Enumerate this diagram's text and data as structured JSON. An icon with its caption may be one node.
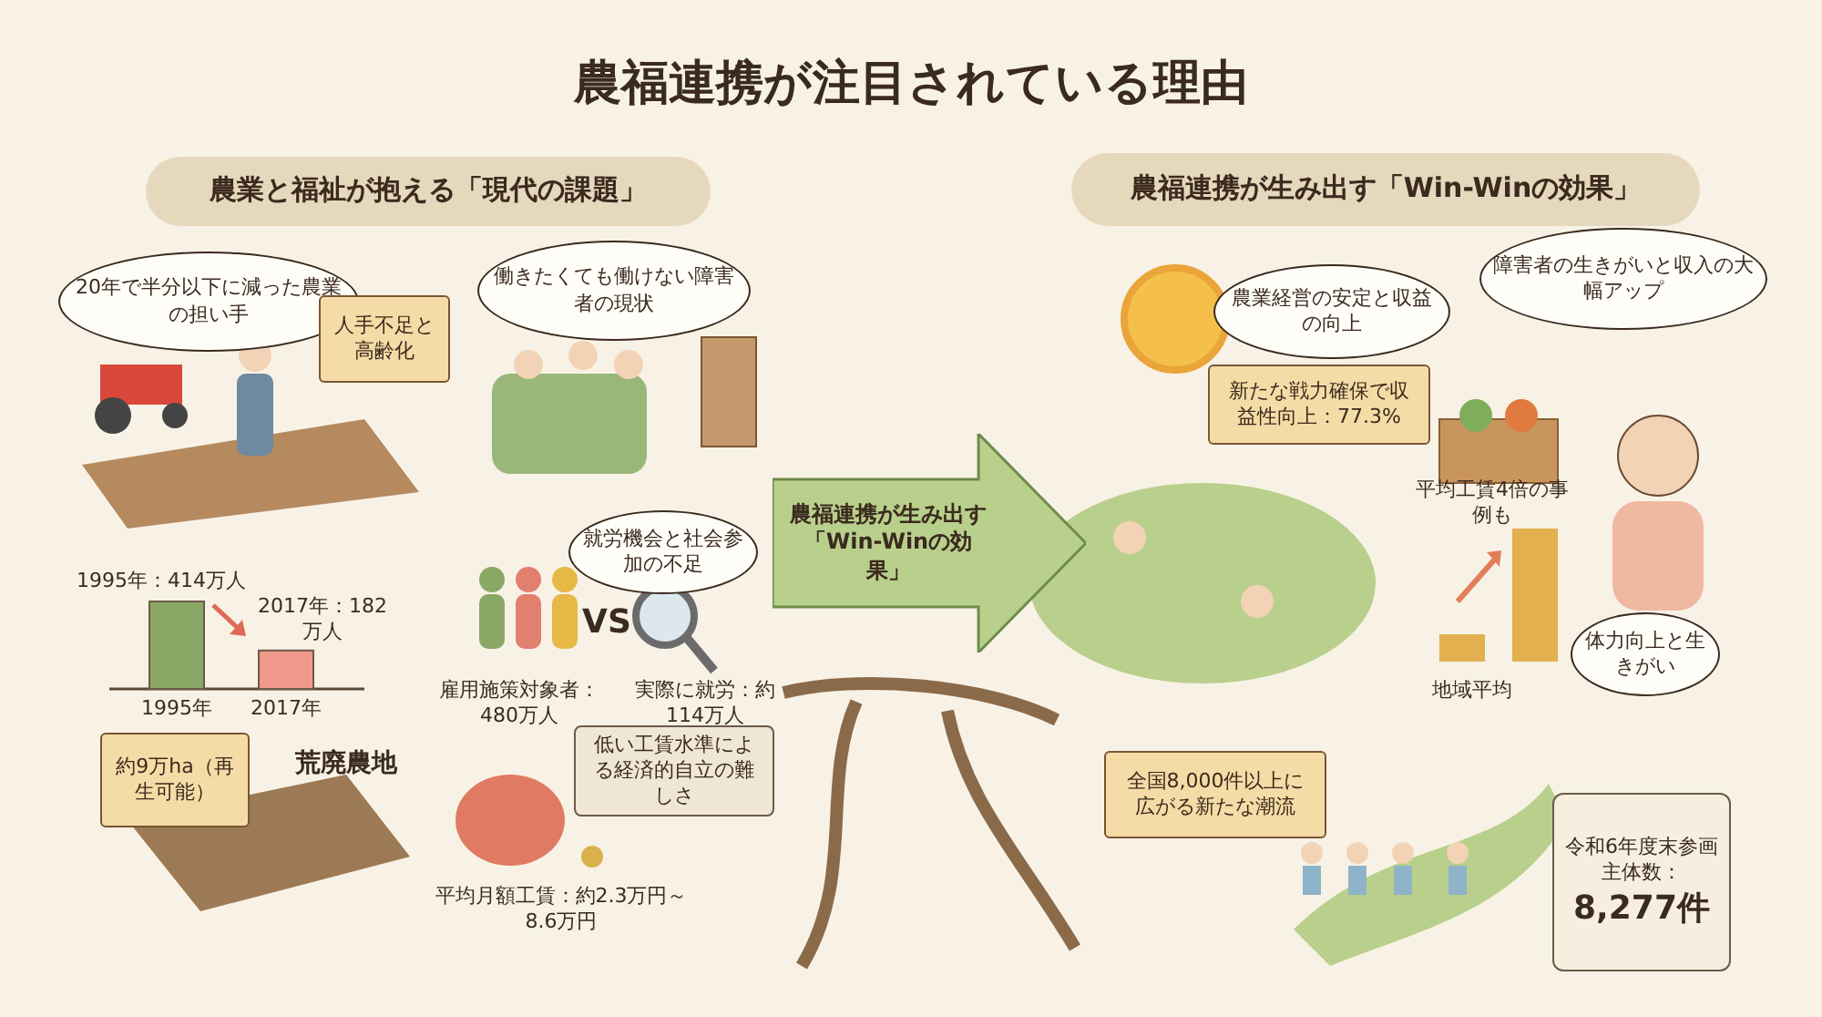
{
  "diagram": {
    "title": "農福連携が注目されている理由",
    "nodes": [
      {
        "text": [
          "農業と福祉が抱える「現代の課題」"
        ]
      },
      {
        "text": [
          "20年で半分以下に減った農業の担い手"
        ]
      },
      {
        "text": [
          "人手不足と高齢化"
        ]
      },
      {
        "text": [
          "働きたくても働けない障害者の現状"
        ]
      },
      {
        "text": [
          "就労機会と社会参加の不足"
        ]
      },
      {
        "text": [
          "約9万ha（再生可能）"
        ]
      },
      {
        "text": [
          "低い工賃水準による経済的自立の難しさ"
        ]
      },
      {
        "text": [
          "農福連携が生み出す「Win-Winの効果」"
        ]
      },
      {
        "text": [
          "農福連携が生み出す「Win-Winの効果」"
        ]
      },
      {
        "text": [
          "農業経営の安定と収益の向上"
        ]
      },
      {
        "text": [
          "新たな戦力確保で収益性向上：77.3%"
        ]
      },
      {
        "text": [
          "障害者の生きがいと収入の大幅アップ"
        ]
      },
      {
        "text": [
          "体力向上と生きがい"
        ]
      },
      {
        "text": [
          "全国8,000件以上に広がる新たな潮流"
        ]
      },
      {
        "text": [
          "令和6年度末参画主体数：",
          "8,277件"
        ]
      }
    ],
    "labels": [
      "荒廃農地",
      "雇用施策対象者：480万人",
      "VS",
      "実際に就労：約114万人",
      "平均月額工賃：約2.3万円～8.6万円",
      "平均工賃4倍の事例も",
      "地域平均"
    ],
    "chart_data": {
      "type": "bar",
      "categories": [
        "1995年",
        "2017年"
      ],
      "values": [
        414,
        182
      ],
      "value_labels": [
        "1995年：414万人",
        "2017年：182万人"
      ]
    }
  }
}
